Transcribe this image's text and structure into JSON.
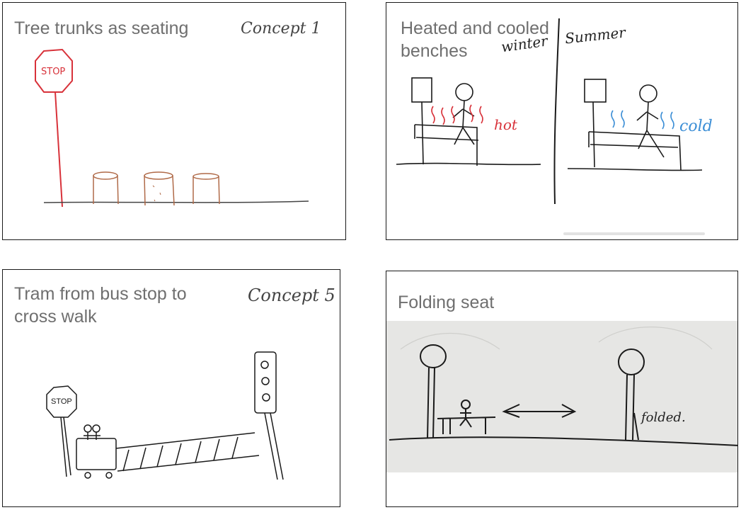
{
  "slides": [
    {
      "title": "Tree trunks as seating",
      "annotation": "Concept 1",
      "sign_text": "STOP"
    },
    {
      "title_line1": "Heated and cooled",
      "title_line2": "benches",
      "label_winter": "winter",
      "label_summer": "Summer",
      "label_hot": "hot",
      "label_cold": "cold"
    },
    {
      "title_line1": "Tram from bus stop to",
      "title_line2": "cross walk",
      "annotation": "Concept 5",
      "sign_text": "STOP"
    },
    {
      "title": "Folding seat",
      "label_folded": "folded."
    }
  ],
  "colors": {
    "title_gray": "#6f6f6f",
    "sketch_red": "#d8323a",
    "sketch_blue": "#3d8fd6",
    "sketch_brown": "#b06a48",
    "ink": "#1a1a1a"
  }
}
